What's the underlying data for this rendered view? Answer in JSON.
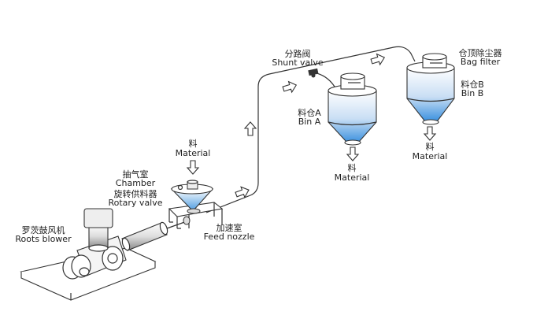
{
  "labels": {
    "shunt_valve": {
      "zh": "分路阀",
      "en": "Shunt valve"
    },
    "bag_filter": {
      "zh": "仓顶除尘器",
      "en": "Bag filter"
    },
    "bin_b": {
      "zh": "料仓B",
      "en": "Bin B"
    },
    "bin_a": {
      "zh": "料仓A",
      "en": "Bin A"
    },
    "material_in": {
      "zh": "料",
      "en": "Material"
    },
    "material_a": {
      "zh": "料",
      "en": "Material"
    },
    "material_b": {
      "zh": "料",
      "en": "Material"
    },
    "chamber": {
      "zh": "抽气室",
      "en": "Chamber"
    },
    "rotary_valve": {
      "zh": "旋转供料器",
      "en": "Rotary valve"
    },
    "feed_nozzle": {
      "zh": "加速室",
      "en": "Feed nozzle"
    },
    "roots_blower": {
      "zh": "罗茨鼓风机",
      "en": "Roots blower"
    }
  },
  "colors": {
    "material_blue": "#4a9ae0",
    "line": "#333333"
  }
}
